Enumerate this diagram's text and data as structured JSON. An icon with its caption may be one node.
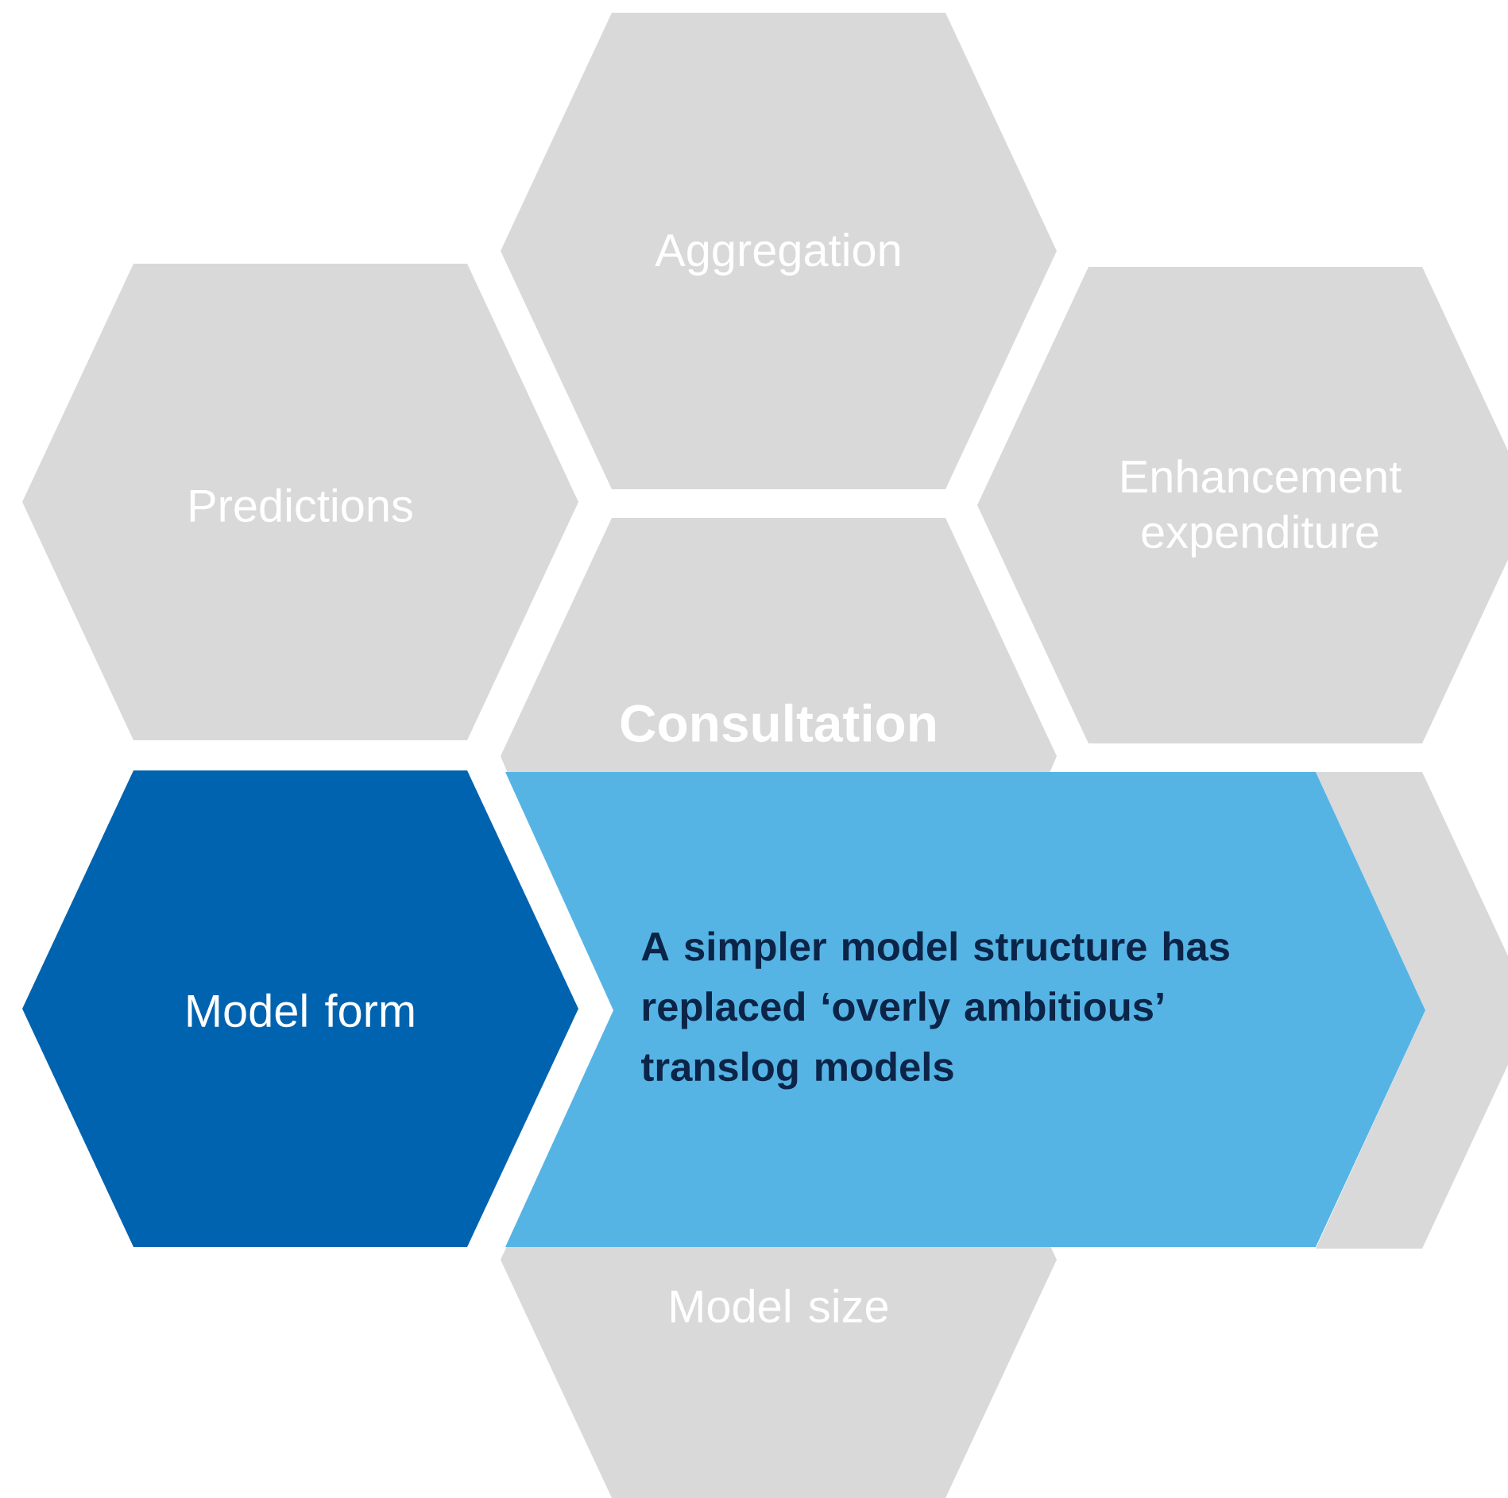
{
  "diagram": {
    "nodes": [
      {
        "text": [
          "Aggregation"
        ]
      },
      {
        "text": [
          "Predictions"
        ]
      },
      {
        "text": [
          "Enhancement expenditure"
        ]
      },
      {
        "text": [
          "Consultation"
        ]
      },
      {
        "text": [
          "Model form"
        ]
      },
      {
        "text": [
          "A simpler model structure has replaced ‘overly ambitious’ translog models"
        ]
      },
      {
        "text": [],
        "shape": "hexagon"
      },
      {
        "text": [
          "Model size"
        ]
      }
    ]
  }
}
